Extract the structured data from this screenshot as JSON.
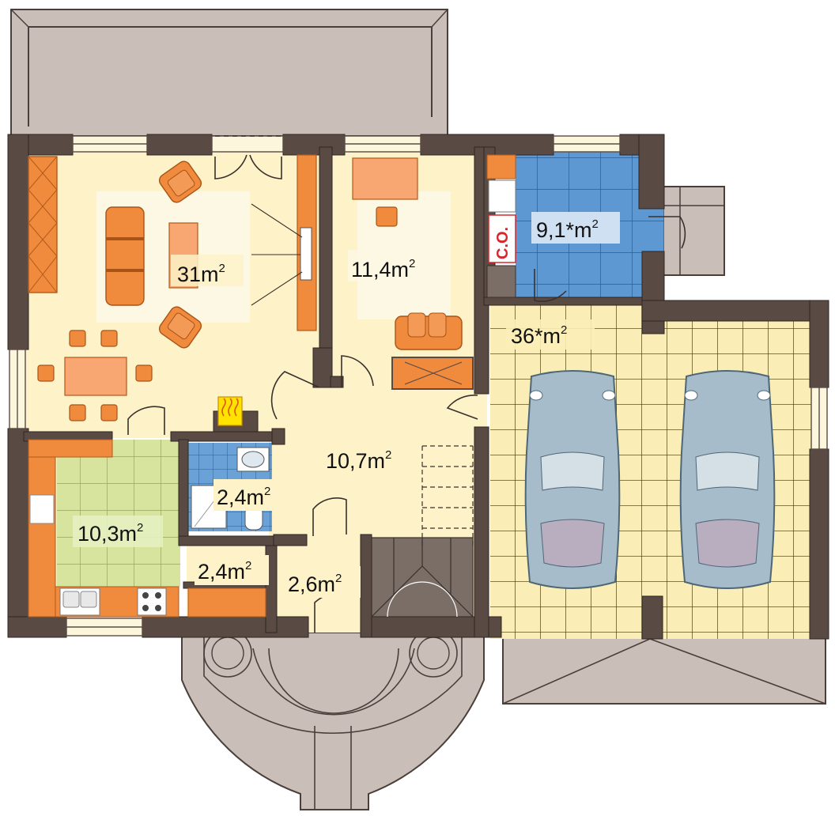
{
  "rooms": [
    {
      "id": "living",
      "area": "31m",
      "sup": "2"
    },
    {
      "id": "bedroom",
      "area": "11,4m",
      "sup": "2"
    },
    {
      "id": "boiler",
      "area": "9,1*m",
      "sup": "2"
    },
    {
      "id": "garage",
      "area": "36*m",
      "sup": "2"
    },
    {
      "id": "hall",
      "area": "10,7m",
      "sup": "2"
    },
    {
      "id": "bathroom",
      "area": "2,4m",
      "sup": "2"
    },
    {
      "id": "kitchen",
      "area": "10,3m",
      "sup": "2"
    },
    {
      "id": "pantry",
      "area": "2,4m",
      "sup": "2"
    },
    {
      "id": "vestibule",
      "area": "2,6m",
      "sup": "2"
    }
  ],
  "boiler_tag": "C.O.",
  "colors": {
    "wall": "#5a4a44",
    "floor_cream": "#fdf2c8",
    "floor_tile_kitchen": "#d8e6a4",
    "floor_tile_blue": "#5f9bd6",
    "floor_tile_garage": "#fbeeb8",
    "furniture": "#f08a3c",
    "terrace": "#c9bfb8",
    "car": "#9cb4c4"
  }
}
